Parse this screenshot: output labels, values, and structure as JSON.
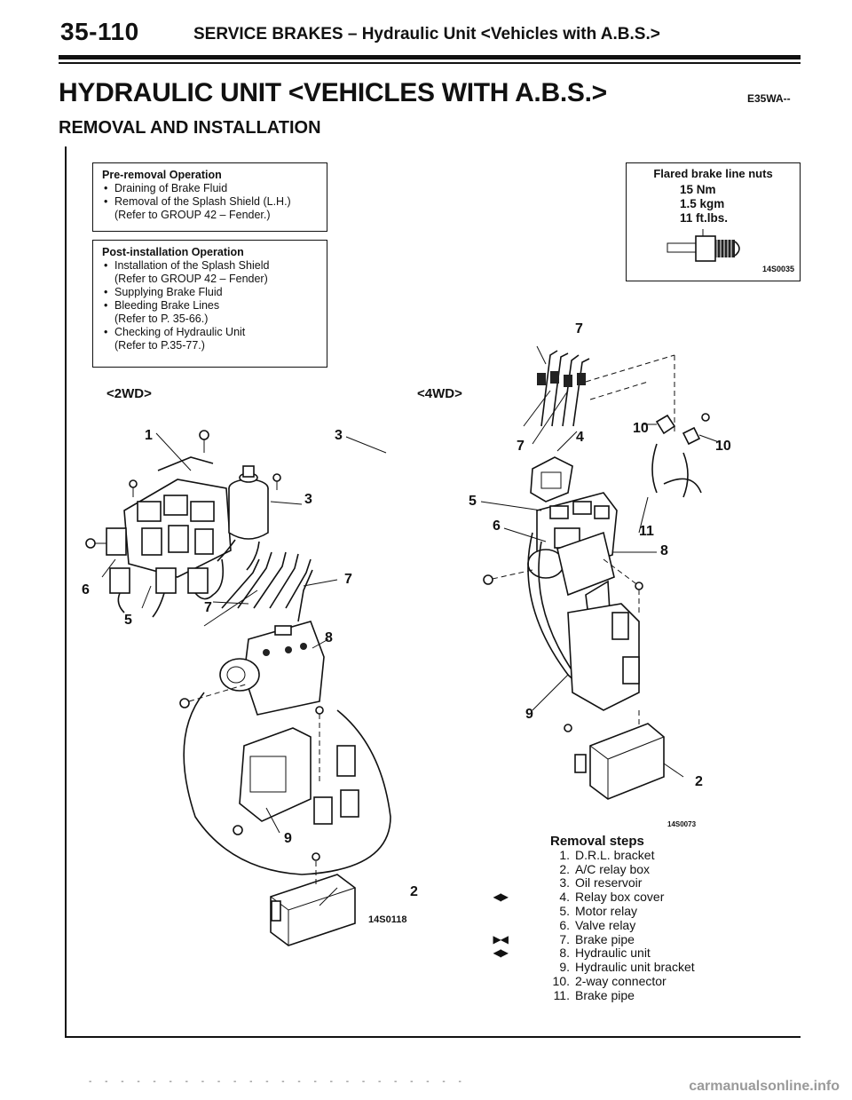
{
  "header": {
    "page_number": "35-110",
    "section": "SERVICE BRAKES – Hydraulic Unit <Vehicles with A.B.S.>"
  },
  "title": "HYDRAULIC UNIT <VEHICLES WITH A.B.S.>",
  "section_code": "E35WA--",
  "subtitle": "REMOVAL AND INSTALLATION",
  "pre_removal": {
    "title": "Pre-removal Operation",
    "items": [
      {
        "text": "Draining of Brake Fluid",
        "ref": ""
      },
      {
        "text": "Removal of the Splash Shield (L.H.)",
        "ref": "(Refer to GROUP 42 – Fender.)"
      }
    ]
  },
  "post_installation": {
    "title": "Post-installation Operation",
    "items": [
      {
        "text": "Installation of the Splash Shield",
        "ref": "(Refer to GROUP 42 – Fender)"
      },
      {
        "text": "Supplying Brake Fluid",
        "ref": ""
      },
      {
        "text": "Bleeding Brake Lines",
        "ref": "(Refer to P. 35-66.)"
      },
      {
        "text": "Checking of Hydraulic Unit",
        "ref": "(Refer to P.35-77.)"
      }
    ]
  },
  "torque_spec": {
    "title": "Flared brake line nuts",
    "values": [
      "15 Nm",
      "1.5 kgm",
      "11 ft.lbs."
    ],
    "figure_code": "14S0035"
  },
  "diagram": {
    "variant_2wd": "<2WD>",
    "variant_4wd": "<4WD>",
    "figure_code_2wd": "14S0118",
    "figure_code_4wd": "14S0073",
    "callouts_2wd": [
      "1",
      "3",
      "3",
      "6",
      "5",
      "7",
      "7",
      "8",
      "9",
      "2"
    ],
    "callouts_4wd": [
      "7",
      "7",
      "4",
      "10",
      "10",
      "5",
      "6",
      "11",
      "8",
      "9",
      "2"
    ]
  },
  "removal_steps": {
    "title": "Removal steps",
    "items": [
      {
        "num": "1.",
        "text": "D.R.L. bracket",
        "mark": ""
      },
      {
        "num": "2.",
        "text": "A/C relay box",
        "mark": ""
      },
      {
        "num": "3.",
        "text": "Oil reservoir",
        "mark": ""
      },
      {
        "num": "4.",
        "text": "Relay box cover",
        "mark": "◀▶"
      },
      {
        "num": "5.",
        "text": "Motor relay",
        "mark": ""
      },
      {
        "num": "6.",
        "text": "Valve relay",
        "mark": ""
      },
      {
        "num": "7.",
        "text": "Brake pipe",
        "mark": "▶◀"
      },
      {
        "num": "8.",
        "text": "Hydraulic unit",
        "mark": "◀▶"
      },
      {
        "num": "9.",
        "text": "Hydraulic unit bracket",
        "mark": ""
      },
      {
        "num": "10.",
        "text": "2-way connector",
        "mark": ""
      },
      {
        "num": "11.",
        "text": "Brake pipe",
        "mark": ""
      }
    ]
  },
  "watermark": "carmanualsonline.info"
}
